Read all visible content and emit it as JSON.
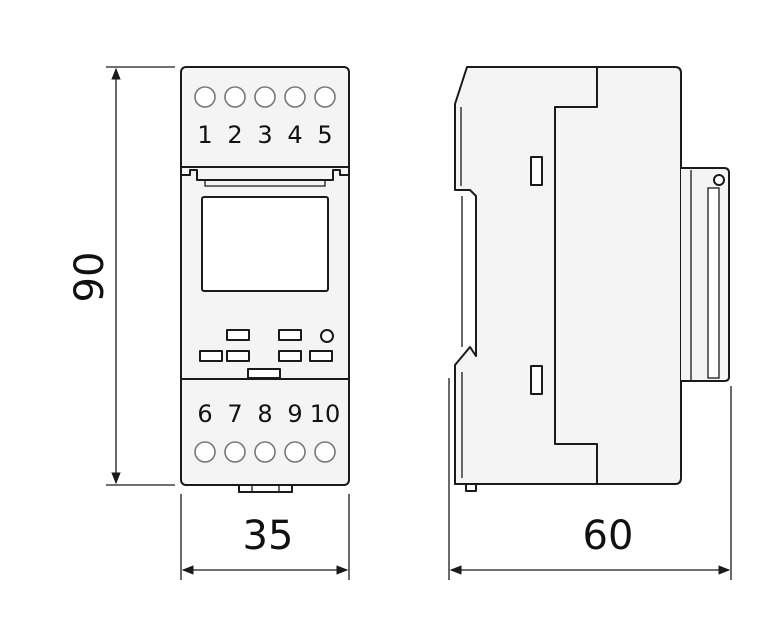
{
  "dimensions": {
    "height": "90",
    "width": "35",
    "depth": "60"
  },
  "terminals": {
    "top": [
      "1",
      "2",
      "3",
      "4",
      "5"
    ],
    "bottom": [
      "6",
      "7",
      "8",
      "9",
      "10"
    ]
  },
  "colors": {
    "line": "#1a1a1a",
    "body": "#f4f4f4",
    "background": "#ffffff"
  }
}
